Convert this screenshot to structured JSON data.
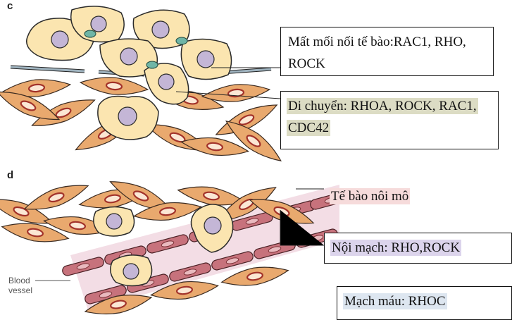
{
  "panels": {
    "c": "c",
    "d": "d"
  },
  "labels": {
    "loss_of_junction": "Mất mối nối tế bào:RAC1, RHO, ROCK",
    "migration": "Di chuyển: RHOA, ROCK, RAC1, CDC42",
    "endothelial_cell": "Tế bào nôi mô",
    "endothelium": "Nội mạch: RHO,ROCK",
    "blood_vessel_vn": "Mạch máu: RHOC",
    "blood_vessel_en_1": "Blood",
    "blood_vessel_en_2": "vessel"
  },
  "colors": {
    "tumor_cell": "#fbe5b0",
    "tumor_outline": "#2a2a2a",
    "nucleus": "#c4b6d6",
    "junction": "#6fb5a6",
    "fibroblast": "#e9a96e",
    "fibroblast_nucleus": "#fbe7d4",
    "vessel_cell": "#c7727c",
    "vessel_band": "#f3dde5",
    "highlight_migration": "#dcdcc4",
    "highlight_endothelial": "#f6dbdb",
    "highlight_endothelium": "#dcd4ec",
    "highlight_blood_vessel": "#dde6f0"
  }
}
